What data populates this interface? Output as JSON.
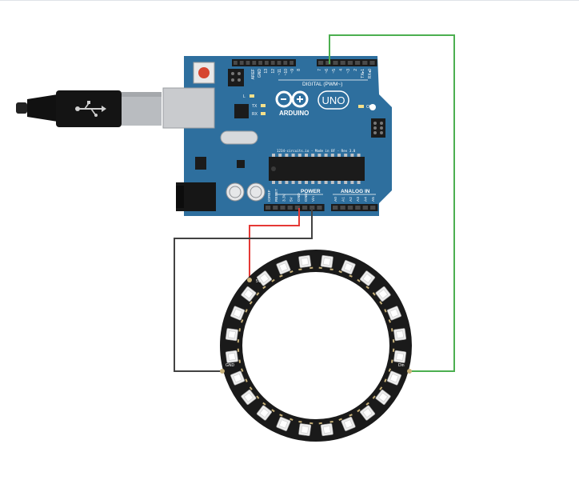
{
  "board": {
    "aref": "AREF",
    "gnd_top": "GND",
    "pins_top": [
      "13",
      "12",
      "~11",
      "~10",
      "~9",
      "8",
      "7",
      "~6",
      "~5",
      "4",
      "~3",
      "2",
      "TX▸1",
      "RX◂0"
    ],
    "digital_label": "DIGITAL (PWM~)",
    "led_l": "L",
    "led_tx": "TX",
    "led_rx": "RX",
    "brand": "ARDUINO",
    "model": "UNO",
    "on_label": "ON",
    "credit": "1234-circuits.io - Made in BF - Rev 3.0",
    "power_pins": [
      "IOREF",
      "RESET",
      "3.3V",
      "5V",
      "GND",
      "GND",
      "Vin"
    ],
    "power_label": "POWER",
    "analog_label": "ANALOG IN",
    "analog_pins": [
      "A0",
      "A1",
      "A2",
      "A3",
      "A4",
      "A5"
    ]
  },
  "ring": {
    "led_count": 24,
    "pin_labels": [
      "5V",
      "GND",
      "Din"
    ]
  },
  "wires": {
    "data_color": "#4caf50",
    "power_color": "#e53935",
    "ground_color": "#424242"
  },
  "colors": {
    "board": "#2e6f9e",
    "board_dark": "#1f567f",
    "ring": "#1a1a1a"
  }
}
